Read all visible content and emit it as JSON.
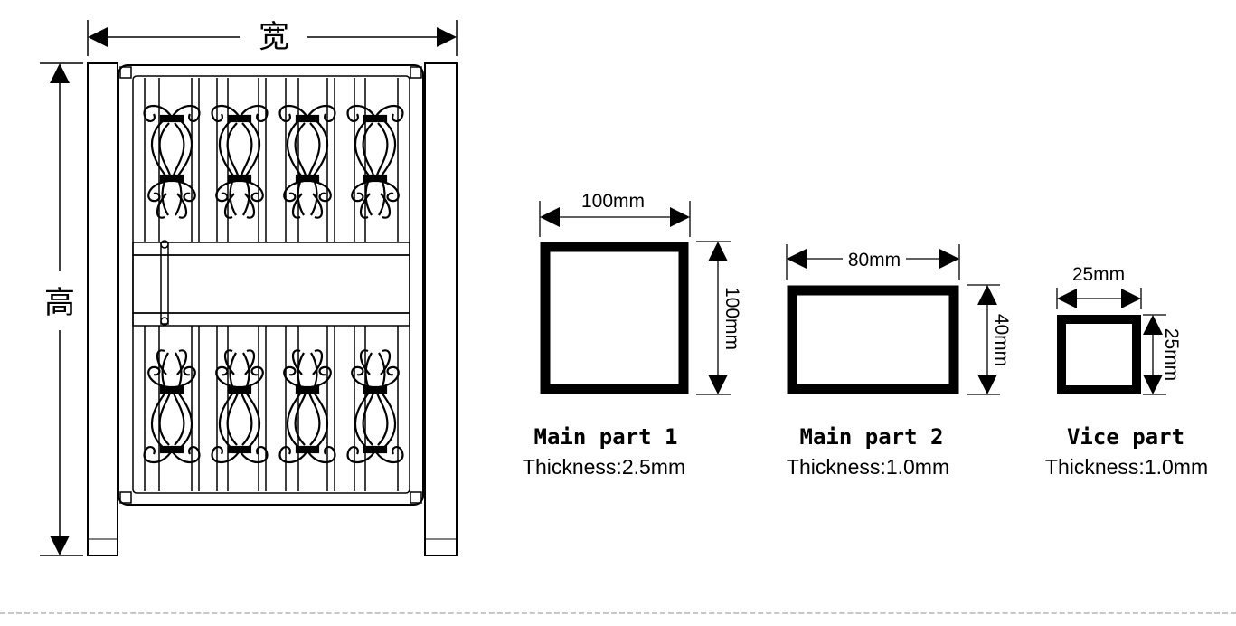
{
  "gate": {
    "width_label": "宽",
    "height_label": "高"
  },
  "profiles": [
    {
      "width_label": "100mm",
      "height_label": "100mm",
      "name": "Main part 1",
      "thickness": "Thickness:2.5mm"
    },
    {
      "width_label": "80mm",
      "height_label": "40mm",
      "name": "Main part 2",
      "thickness": "Thickness:1.0mm"
    },
    {
      "width_label": "25mm",
      "height_label": "25mm",
      "name": "Vice part",
      "thickness": "Thickness:1.0mm"
    }
  ],
  "colors": {
    "ink": "#000000",
    "background": "#ffffff",
    "divider": "#c8c8c8"
  }
}
